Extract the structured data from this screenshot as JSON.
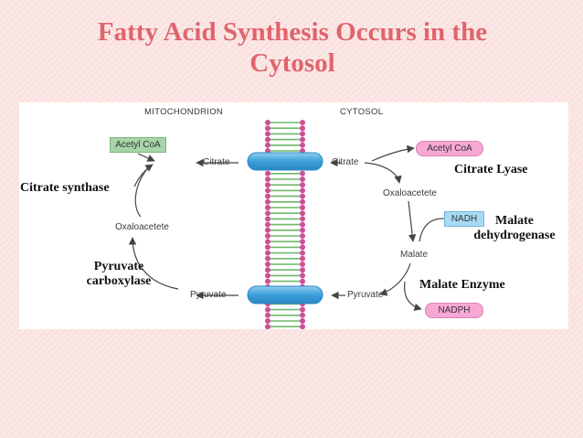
{
  "title": {
    "line1": "Fatty Acid Synthesis Occurs in the",
    "line2": "Cytosol"
  },
  "diagram": {
    "mitochondrion_label": "MITOCHONDRION",
    "cytosol_label": "CYTOSOL",
    "mito": {
      "acetyl_coa": "Acetyl CoA",
      "citrate": "Citrate",
      "oxaloacetete": "Oxaloacetete",
      "pyruvate": "Pyruvate",
      "citrate_synthase": "Citrate synthase",
      "pyruvate_carboxylase_1": "Pyruvate",
      "pyruvate_carboxylase_2": "carboxylase"
    },
    "cyto": {
      "citrate": "Citrate",
      "acetyl_coa": "Acetyl CoA",
      "citrate_lyase": "Citrate Lyase",
      "oxaloacetete": "Oxaloacetete",
      "nadh": "NADH",
      "malate_dh_1": "Malate",
      "malate_dh_2": "dehydrogenase",
      "malate": "Malate",
      "malate_enzyme": "Malate Enzyme",
      "pyruvate": "Pyruvate",
      "nadph": "NADPH"
    },
    "colors": {
      "title": "#e0646c",
      "acetyl_coa_mito": "#a7d5a8",
      "acetyl_coa_cyto": "#f7a8d3",
      "nadh": "#a9daf3",
      "nadph": "#f7a8d3",
      "transporter": "#4aa9dd",
      "membrane_head": "#cc4f9a",
      "membrane_tail": "#6fb86a"
    }
  }
}
